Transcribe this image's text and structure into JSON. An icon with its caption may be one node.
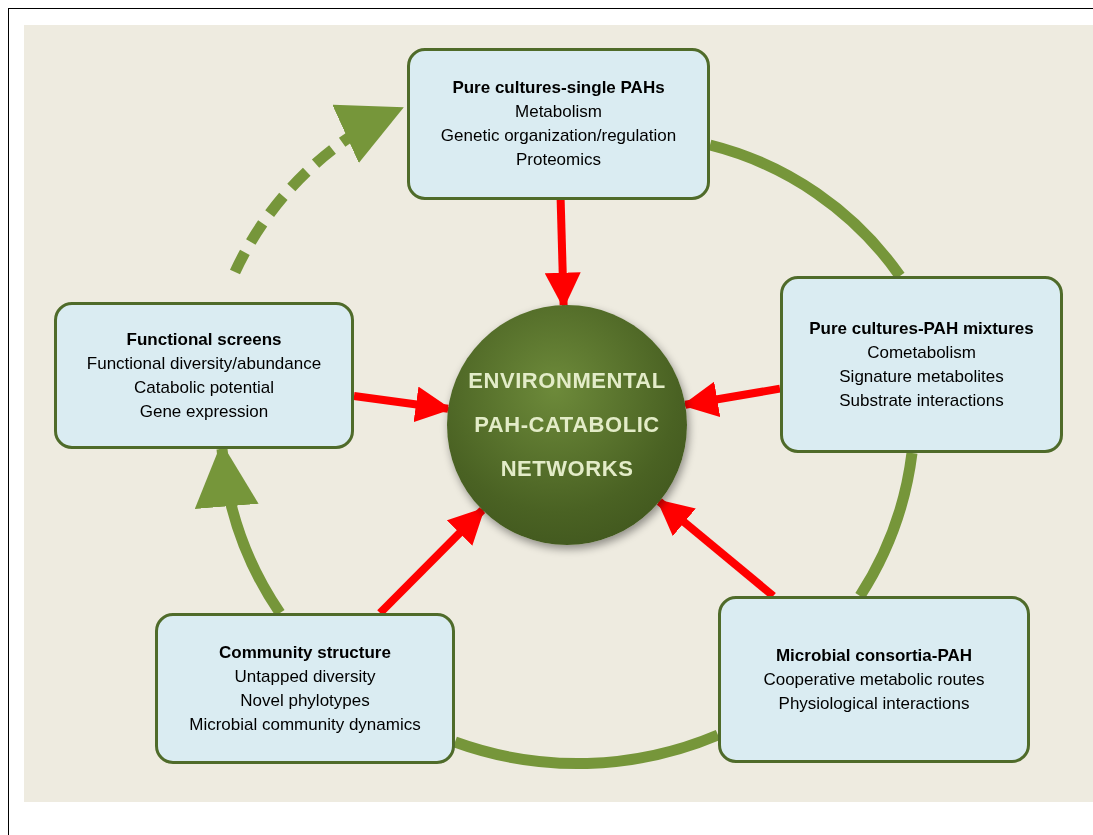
{
  "diagram": {
    "nodes": [
      {
        "text": [
          "Pure cultures-single PAHs",
          "Metabolism",
          "Genetic organization/regulation",
          "Proteomics"
        ]
      },
      {
        "text": [
          "Pure cultures-PAH mixtures",
          "Cometabolism",
          "Signature metabolites",
          "Substrate interactions"
        ]
      },
      {
        "text": [
          "Microbial consortia-PAH",
          "Cooperative metabolic routes",
          "Physiological interactions"
        ]
      },
      {
        "text": [
          "Community structure",
          "Untapped diversity",
          "Novel phylotypes",
          "Microbial community dynamics"
        ]
      },
      {
        "text": [
          "Functional screens",
          "Functional diversity/abundance",
          "Catabolic potential",
          "Gene expression"
        ]
      },
      {
        "text": [
          "ENVIRONMENTAL PAH-CATABOLIC NETWORKS"
        ]
      }
    ],
    "edges": [
      {
        "from": 0,
        "to": 5,
        "arrow": "to"
      },
      {
        "from": 1,
        "to": 5,
        "arrow": "to"
      },
      {
        "from": 2,
        "to": 5,
        "arrow": "to"
      },
      {
        "from": 3,
        "to": 5,
        "arrow": "to"
      },
      {
        "from": 4,
        "to": 5,
        "arrow": "to"
      },
      {
        "from": 0,
        "to": 1,
        "arrow": "none",
        "color": "#76963a"
      },
      {
        "from": 1,
        "to": 2,
        "arrow": "none",
        "color": "#76963a"
      },
      {
        "from": 2,
        "to": 3,
        "arrow": "none",
        "color": "#76963a"
      },
      {
        "from": 3,
        "to": 4,
        "arrow": "to",
        "color": "#76963a"
      },
      {
        "from": 4,
        "to": 0,
        "arrow": "to",
        "style": "dashed",
        "color": "#76963a"
      }
    ]
  }
}
